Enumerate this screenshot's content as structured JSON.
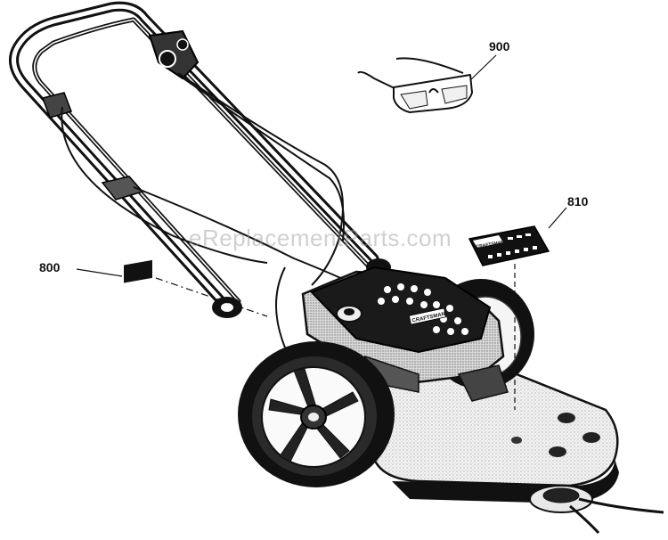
{
  "callouts": {
    "safety_glasses": "900",
    "decal_label": "810",
    "small_decal": "800"
  },
  "watermark": "eReplacementParts.com",
  "brand_on_engine": "CRAFTSMAN",
  "brand_on_decal": "CRAFTSMAN"
}
